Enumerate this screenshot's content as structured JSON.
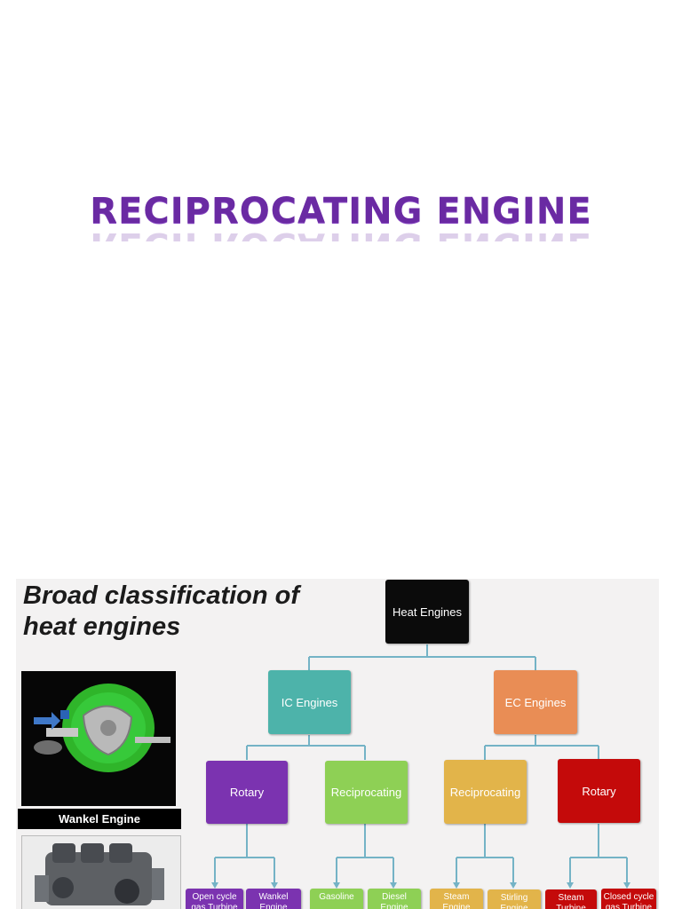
{
  "title": "RECIPROCATING ENGINE",
  "panel": {
    "heading_line1": "Broad classification of",
    "heading_line2": "heat engines",
    "wankel_caption": "Wankel Engine"
  },
  "tree": {
    "root": "Heat Engines",
    "ic": "IC Engines",
    "ec": "EC Engines",
    "ic_rotary": "Rotary",
    "ic_reciprocating": "Reciprocating",
    "ec_reciprocating": "Reciprocating",
    "ec_rotary": "Rotary",
    "leaf_open_cycle": "Open cycle gas Turbine",
    "leaf_wankel": "Wankel Engine",
    "leaf_gasoline": "Gasoline",
    "leaf_diesel": "Diesel Engine",
    "leaf_steam_engine": "Steam Engine",
    "leaf_stirling": "Stirling Engine",
    "leaf_steam_turbine": "Steam Turbine",
    "leaf_closed_cycle": "Closed cycle gas Turbine"
  },
  "colors": {
    "title": "#6a2aa3",
    "root": "#0b0b0b",
    "ic": "#4db3aa",
    "ec": "#e98d55",
    "purple": "#7b33b0",
    "green": "#8ed055",
    "yellow": "#e2b44a",
    "red": "#c40a0a",
    "connector": "#74b3c6"
  }
}
